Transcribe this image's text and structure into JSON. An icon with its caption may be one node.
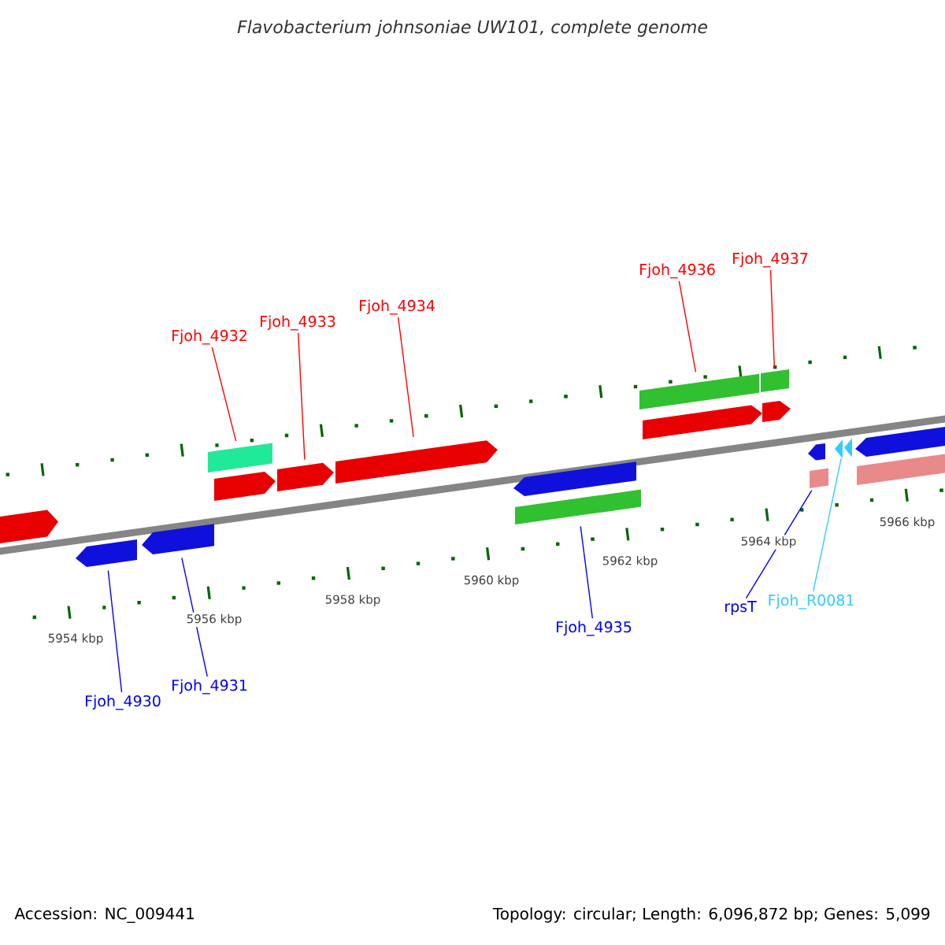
{
  "diagram": {
    "title": "Flavobacterium johnsoniae UW101, complete genome",
    "nodes": [
      {
        "text": [
          "Fjoh_4932"
        ]
      },
      {
        "text": [
          "Fjoh_4933"
        ]
      },
      {
        "text": [
          "Fjoh_4934"
        ]
      },
      {
        "text": [
          "Fjoh_4936"
        ]
      },
      {
        "text": [
          "Fjoh_4937"
        ]
      },
      {
        "text": [
          "Fjoh_4930"
        ]
      },
      {
        "text": [
          "Fjoh_4931"
        ]
      },
      {
        "text": [
          "Fjoh_4935"
        ]
      },
      {
        "text": [
          "rpsT"
        ]
      },
      {
        "text": [
          "Fjoh_R0081"
        ]
      },
      {
        "text": [],
        "shape": "arrow"
      },
      {
        "text": [],
        "shape": "arrow"
      },
      {
        "text": [],
        "shape": "arrow"
      },
      {
        "text": [],
        "shape": "box"
      },
      {
        "text": [],
        "shape": "arrow"
      },
      {
        "text": [],
        "shape": "arrow"
      },
      {
        "text": [],
        "shape": "arrow"
      },
      {
        "text": [],
        "shape": "arrow"
      },
      {
        "text": [],
        "shape": "box"
      },
      {
        "text": [],
        "shape": "box"
      },
      {
        "text": [],
        "shape": "box"
      },
      {
        "text": [],
        "shape": "arrow"
      },
      {
        "text": [],
        "shape": "arrow"
      },
      {
        "text": [],
        "shape": "arrow"
      },
      {
        "text": [],
        "shape": "box"
      },
      {
        "text": [],
        "shape": "arrow"
      },
      {
        "text": [],
        "shape": "arrow"
      },
      {
        "text": [],
        "shape": "box"
      }
    ],
    "edges": [
      {
        "from": 0,
        "to": 13,
        "arrow": "none"
      },
      {
        "from": 1,
        "to": 15,
        "arrow": "none"
      },
      {
        "from": 2,
        "to": 16,
        "arrow": "none"
      },
      {
        "from": 3,
        "to": 19,
        "arrow": "none"
      },
      {
        "from": 4,
        "to": 20,
        "arrow": "none"
      },
      {
        "from": 5,
        "to": 11,
        "arrow": "none",
        "color": "#0000ff"
      },
      {
        "from": 6,
        "to": 12,
        "arrow": "none",
        "color": "#0000ff"
      },
      {
        "from": 7,
        "to": 18,
        "arrow": "none",
        "color": "#0000ff"
      },
      {
        "from": 8,
        "to": 24,
        "arrow": "none",
        "color": "#0000ff"
      },
      {
        "from": 9,
        "to": 25,
        "arrow": "none",
        "color": "#33ccff"
      }
    ],
    "labels": [
      "5954 kbp",
      "5956 kbp",
      "5958 kbp",
      "5960 kbp",
      "5962 kbp",
      "5964 kbp",
      "5966 kbp",
      "Accession: NC_009441",
      "Topology: circular; Length: 6,096,872 bp; Genes: 5,099"
    ]
  }
}
